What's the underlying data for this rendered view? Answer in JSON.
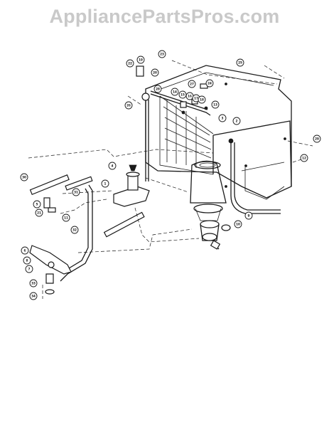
{
  "watermark": "AppliancePartsPros.com",
  "callouts": [
    {
      "label": "19"
    },
    {
      "label": "23"
    },
    {
      "label": "25"
    },
    {
      "label": "22"
    },
    {
      "label": "20"
    },
    {
      "label": "26"
    },
    {
      "label": "27"
    },
    {
      "label": "28"
    },
    {
      "label": "15"
    },
    {
      "label": "16"
    },
    {
      "label": "17"
    },
    {
      "label": "18"
    },
    {
      "label": "24"
    },
    {
      "label": "14"
    },
    {
      "label": "13"
    },
    {
      "label": "3"
    },
    {
      "label": "2"
    },
    {
      "label": "29"
    },
    {
      "label": "12"
    },
    {
      "label": "30"
    },
    {
      "label": "31"
    },
    {
      "label": "4"
    },
    {
      "label": "1"
    },
    {
      "label": "5"
    },
    {
      "label": "21"
    },
    {
      "label": "9"
    },
    {
      "label": "10"
    },
    {
      "label": "11"
    },
    {
      "label": "32"
    },
    {
      "label": "6"
    },
    {
      "label": "8"
    },
    {
      "label": "7"
    },
    {
      "label": "33"
    },
    {
      "label": "34"
    }
  ]
}
